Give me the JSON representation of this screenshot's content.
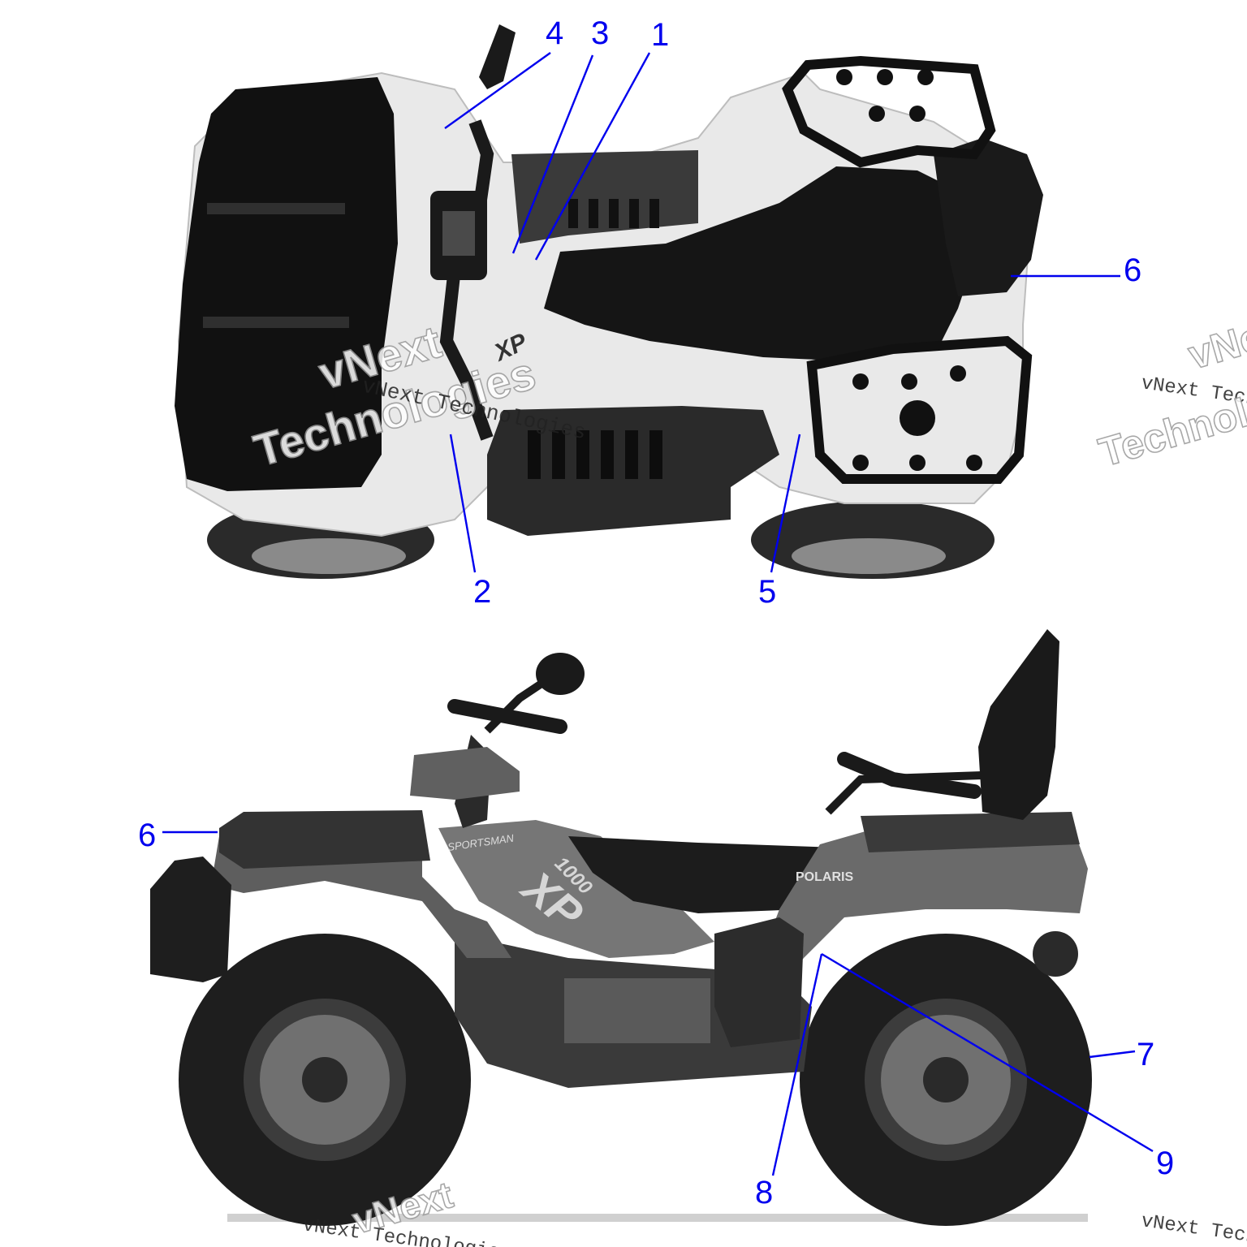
{
  "diagram": {
    "callouts": {
      "c1": "1",
      "c2": "2",
      "c3": "3",
      "c4": "4",
      "c5": "5",
      "c6_top": "6",
      "c6_side": "6",
      "c7": "7",
      "c8": "8",
      "c9": "9"
    },
    "decal_text": {
      "model": "XP",
      "displacement": "1000",
      "brand_side": "SPORTSMAN",
      "brand_seat": "POLARIS"
    },
    "watermark": {
      "line1": "vNext",
      "line2": "Technologies",
      "small": "vNext Technologies"
    },
    "colors": {
      "callout": "#0000ee",
      "body_white": "#e9e9e9",
      "dark": "#1e1e1e",
      "grey": "#6f6f6f"
    }
  }
}
